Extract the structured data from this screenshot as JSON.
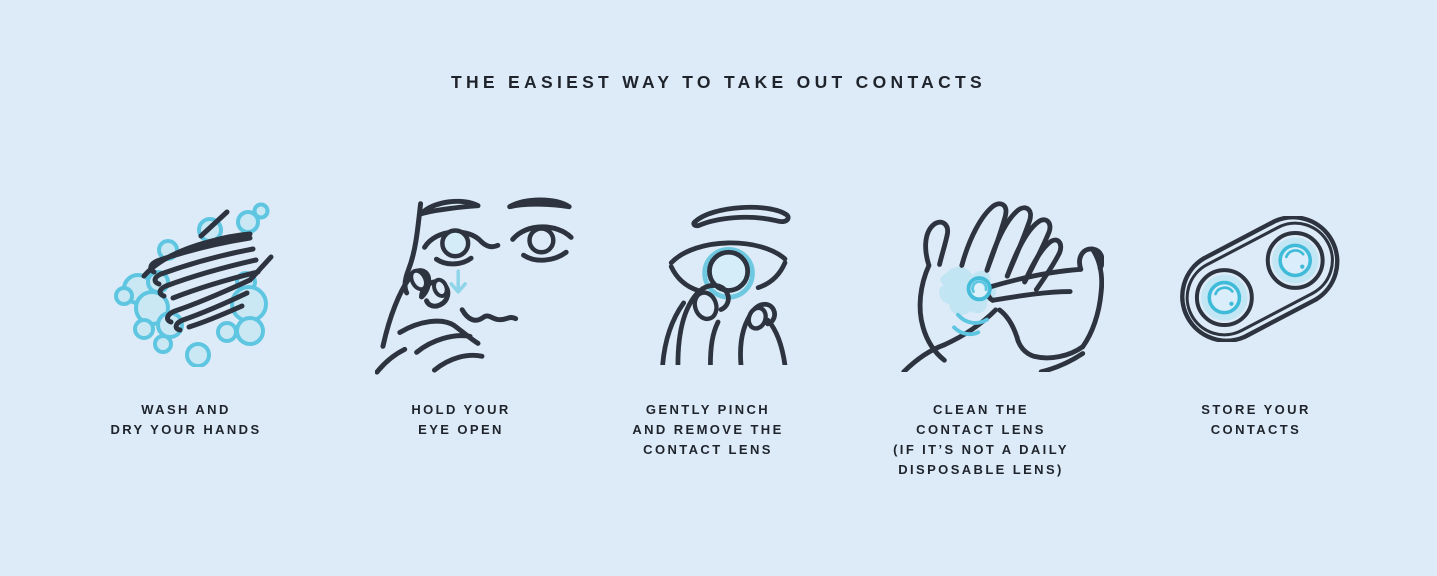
{
  "title": "THE EASIEST WAY TO TAKE OUT CONTACTS",
  "colors": {
    "background": "#dcebf7",
    "line_dark": "#2d3440",
    "accent_cyan": "#5fc6e2",
    "fill_light_blue": "#c9e8f4",
    "text": "#1f242c"
  },
  "steps": [
    {
      "id": 1,
      "icon": "wash-hands-icon",
      "caption": "WASH AND\nDRY YOUR HANDS"
    },
    {
      "id": 2,
      "icon": "hold-eye-open-icon",
      "caption": "HOLD YOUR\nEYE OPEN"
    },
    {
      "id": 3,
      "icon": "pinch-remove-lens-icon",
      "caption": "GENTLY PINCH\nAND REMOVE THE\nCONTACT LENS"
    },
    {
      "id": 4,
      "icon": "clean-contact-lens-icon",
      "caption": "CLEAN THE\nCONTACT LENS\n(IF IT’S NOT A DAILY\nDISPOSABLE LENS)"
    },
    {
      "id": 5,
      "icon": "store-contacts-icon",
      "caption": "STORE YOUR\nCONTACTS"
    }
  ]
}
